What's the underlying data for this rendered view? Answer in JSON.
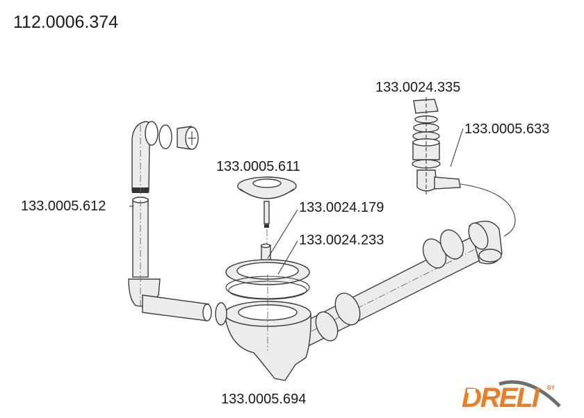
{
  "diagram": {
    "assembly_number": "112.0006.374",
    "parts": [
      {
        "id": "part-335",
        "number": "133.0024.335"
      },
      {
        "id": "part-633",
        "number": "133.0005.633"
      },
      {
        "id": "part-611",
        "number": "133.0005.611"
      },
      {
        "id": "part-612",
        "number": "133.0005.612"
      },
      {
        "id": "part-179",
        "number": "133.0024.179"
      },
      {
        "id": "part-233",
        "number": "133.0024.233"
      },
      {
        "id": "part-694",
        "number": "133.0005.694"
      }
    ]
  },
  "logo": {
    "brand": "DRELI",
    "prefix": "BY",
    "colors": {
      "orange": "#f07c22",
      "gray": "#6e6e6e"
    }
  }
}
